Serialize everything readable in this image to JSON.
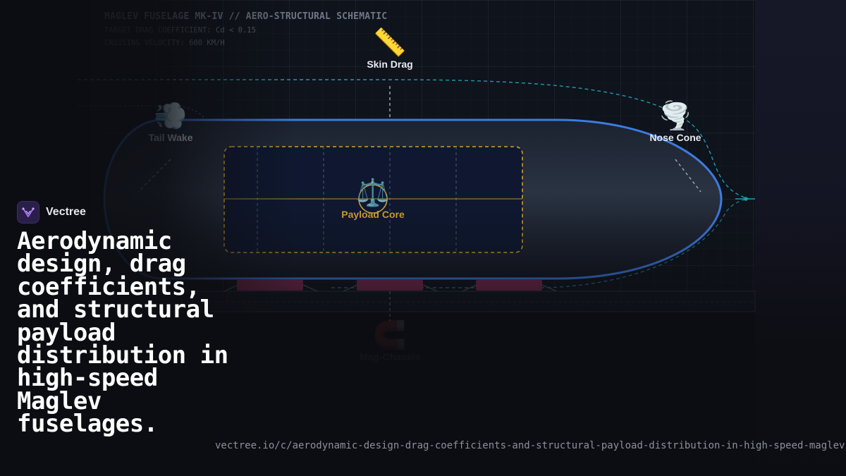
{
  "schematic": {
    "title": "MAGLEV FUSELAGE MK-IV // AERO-STRUCTURAL SCHEMATIC",
    "drag_target": "TARGET DRAG COEFFICIENT: Cd < 0.15",
    "velocity": "CRUISING VELOCITY: 600 KM/H"
  },
  "markers": {
    "skin_drag": {
      "label": "Skin Drag",
      "icon": "ruler-icon",
      "glyph": "📏"
    },
    "tail_wake": {
      "label": "Tail Wake",
      "icon": "wind-icon",
      "glyph": "💨"
    },
    "nose_cone": {
      "label": "Nose Cone",
      "icon": "tornado-icon",
      "glyph": "🌪️"
    },
    "payload_core": {
      "label": "Payload Core",
      "icon": "scales-icon",
      "glyph": "⚖️"
    },
    "mag_chassis": {
      "label": "Mag-Chassis",
      "icon": "magnet-icon",
      "glyph": "🧲"
    }
  },
  "brand": {
    "name": "Vectree"
  },
  "headline": "Aerodynamic design, drag coefficients, and structural payload distribution in high-speed Maglev fuselages.",
  "url": "vectree.io/c/aerodynamic-design-drag-coefficients-and-structural-payload-distribution-in-high-speed-maglev-fuselages",
  "colors": {
    "hull_stroke": "#3d7be0",
    "payload_gold": "#d1a030",
    "airflow_teal": "#1d9bb0",
    "pad_magenta": "#7a2a4e",
    "brand_purple": "#2a1f4a"
  }
}
